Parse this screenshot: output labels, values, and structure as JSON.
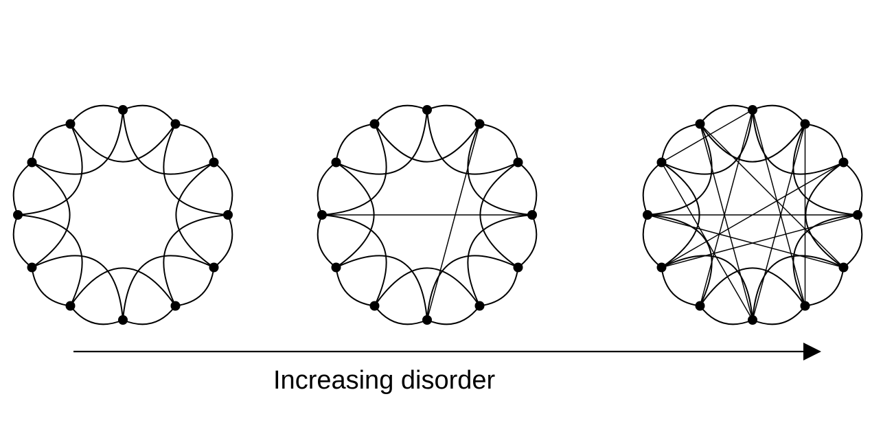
{
  "caption": "Increasing disorder",
  "colors": {
    "node": "#000000",
    "edge": "#000000",
    "background": "#ffffff"
  },
  "network": {
    "node_count": 12,
    "rewired_shortcuts": [
      [],
      [
        [
          1,
          6
        ],
        [
          3,
          9
        ]
      ],
      [
        [
          0,
          5
        ],
        [
          0,
          7
        ],
        [
          0,
          10
        ],
        [
          1,
          5
        ],
        [
          1,
          6
        ],
        [
          2,
          8
        ],
        [
          3,
          8
        ],
        [
          3,
          9
        ],
        [
          4,
          9
        ],
        [
          4,
          11
        ],
        [
          6,
          10
        ],
        [
          6,
          11
        ]
      ]
    ]
  }
}
